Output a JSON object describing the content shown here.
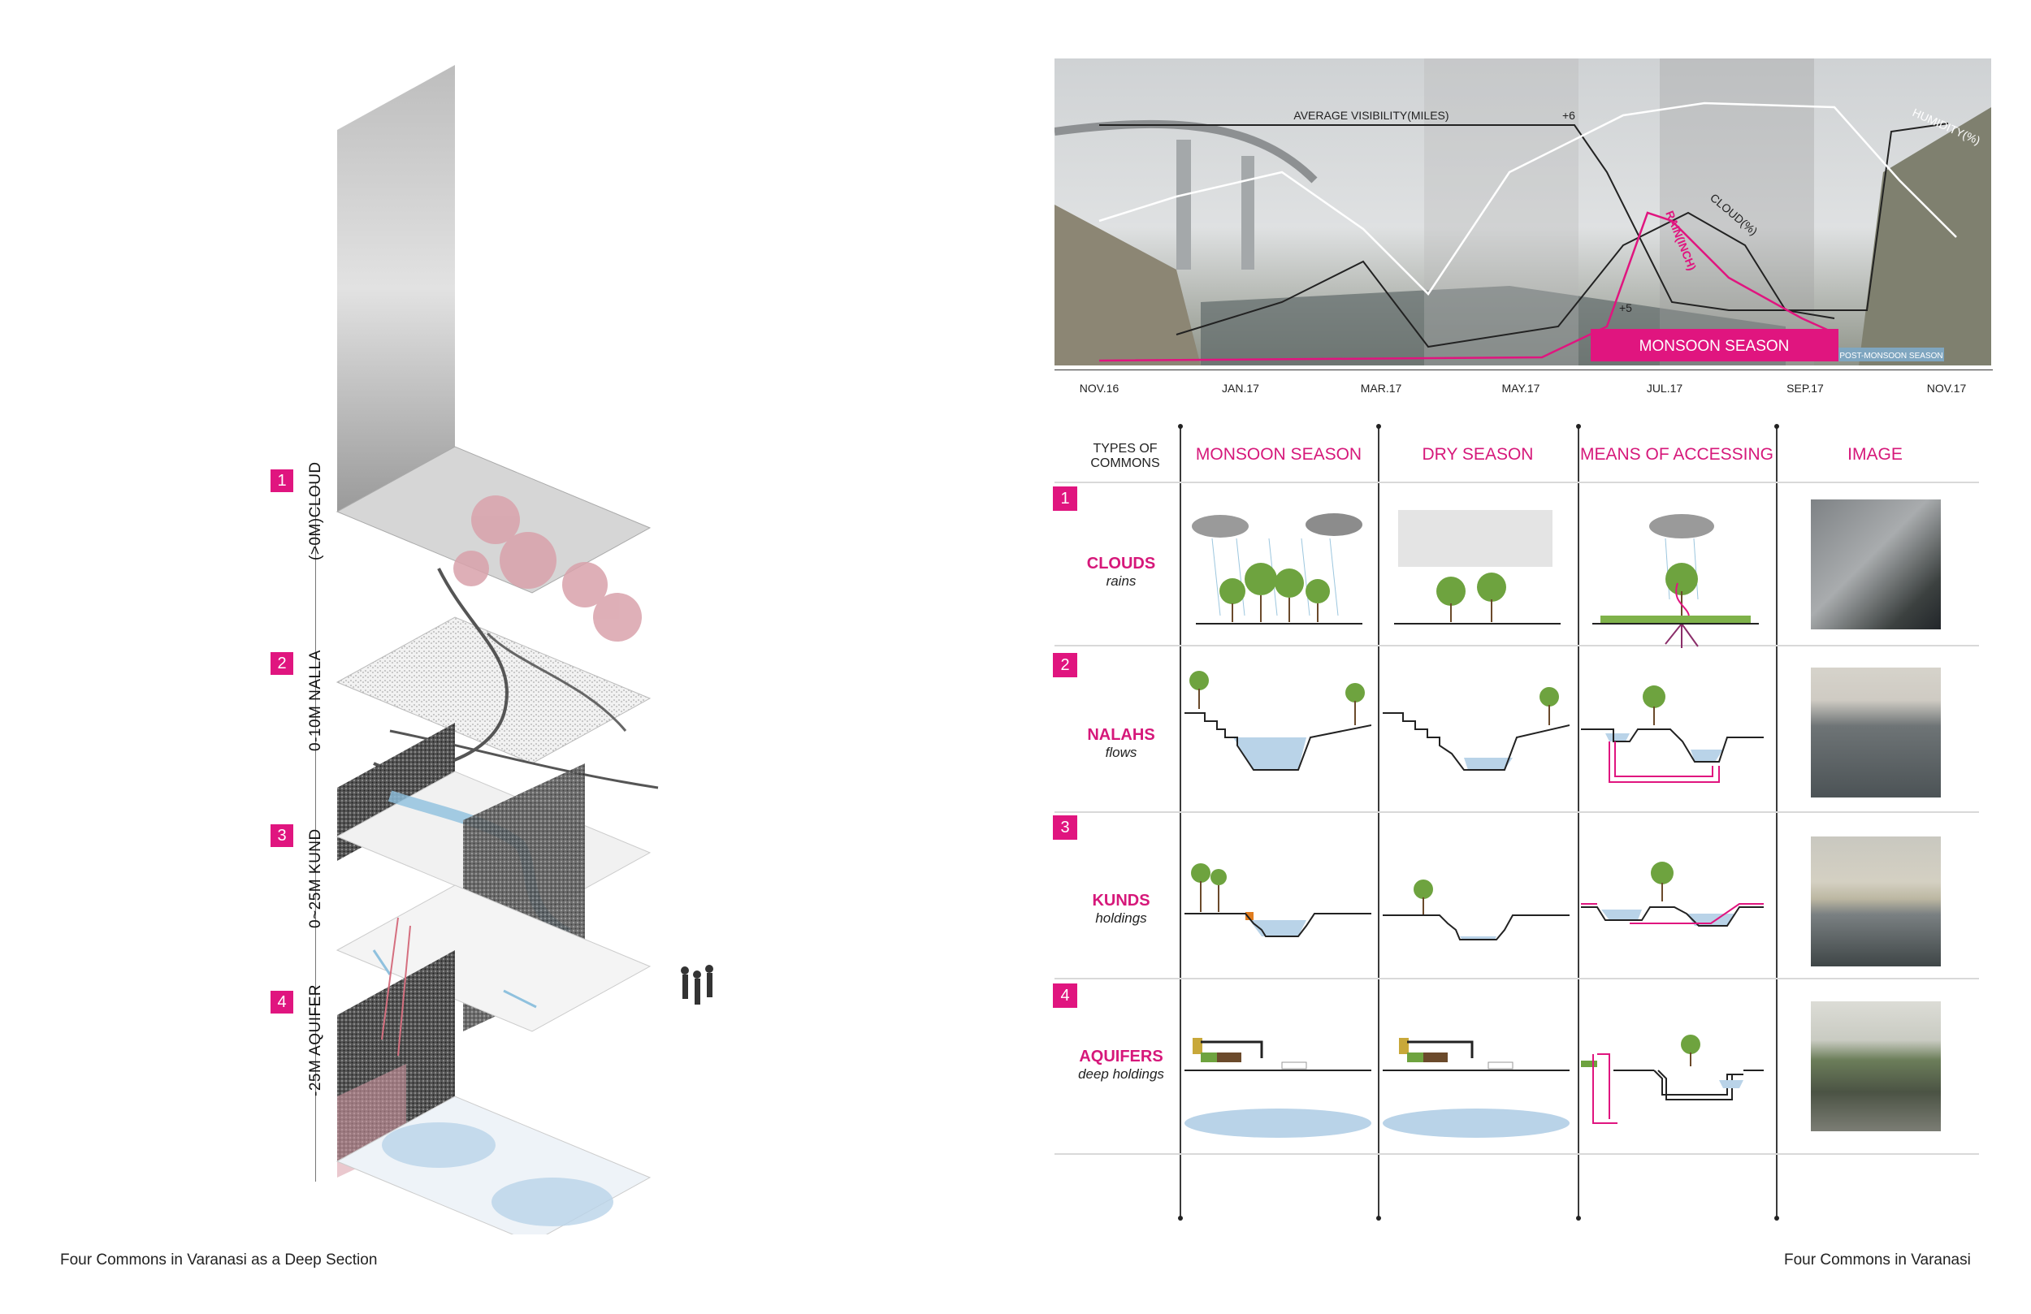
{
  "left": {
    "caption": "Four Commons in Varanasi as a Deep Section",
    "layers": [
      {
        "num": "1",
        "label": "(>0M)CLOUD"
      },
      {
        "num": "2",
        "label": "0-10M  NALLA"
      },
      {
        "num": "3",
        "label": "0~25M KUND"
      },
      {
        "num": "4",
        "label": "-25M AQUIFER"
      }
    ]
  },
  "right": {
    "caption": "Four Commons in Varanasi",
    "chart": {
      "series_labels": {
        "visibility": "AVERAGE VISIBILITY(MILES)",
        "visibility_max": "+6",
        "humidity": "HUMIDITY(%)",
        "cloud": "CLOUD(%)",
        "rain": "RAIN(INCH)",
        "rain_mark": "+5"
      },
      "monsoon_label": "MONSOON SEASON",
      "post_monsoon_label": "POST-MONSOON SEASON",
      "months": [
        "NOV.16",
        "JAN.17",
        "MAR.17",
        "MAY.17",
        "JUL.17",
        "SEP.17",
        "NOV.17"
      ],
      "colors": {
        "accent": "#e0157f",
        "post_monsoon": "#7fa6c0"
      }
    },
    "table": {
      "header": {
        "types": "TYPES OF COMMONS",
        "monsoon": "MONSOON SEASON",
        "dry": "DRY SEASON",
        "access": "MEANS OF ACCESSING",
        "image": "IMAGE"
      },
      "rows": [
        {
          "num": "1",
          "title": "CLOUDS",
          "sub": "rains"
        },
        {
          "num": "2",
          "title": "NALAHS",
          "sub": "flows"
        },
        {
          "num": "3",
          "title": "KUNDS",
          "sub": "holdings"
        },
        {
          "num": "4",
          "title": "AQUIFERS",
          "sub": "deep holdings"
        }
      ]
    }
  }
}
